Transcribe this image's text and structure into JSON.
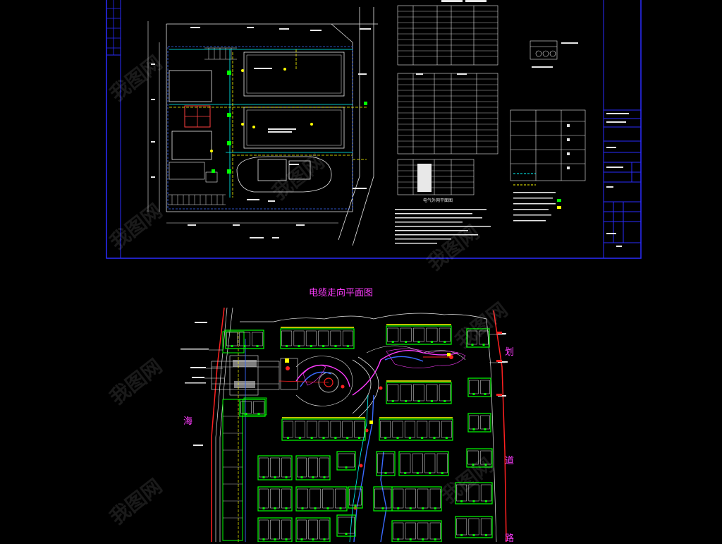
{
  "colors": {
    "background": "#000000",
    "frame_blue": "#2a2cff",
    "cad_white": "#e8e8e8",
    "cad_green": "#00ff00",
    "cad_yellow": "#ffff00",
    "cad_magenta": "#ff3cff",
    "cad_cyan": "#00ffff",
    "cad_red": "#ff2020",
    "cad_blue": "#3a6bff"
  },
  "upper_drawing": {
    "caption": "电气外网平面图"
  },
  "lower_drawing": {
    "title": "电缆走向平面图",
    "side_labels": [
      "海",
      "划",
      "道",
      "路"
    ]
  },
  "watermark": {
    "text": "我图网"
  }
}
